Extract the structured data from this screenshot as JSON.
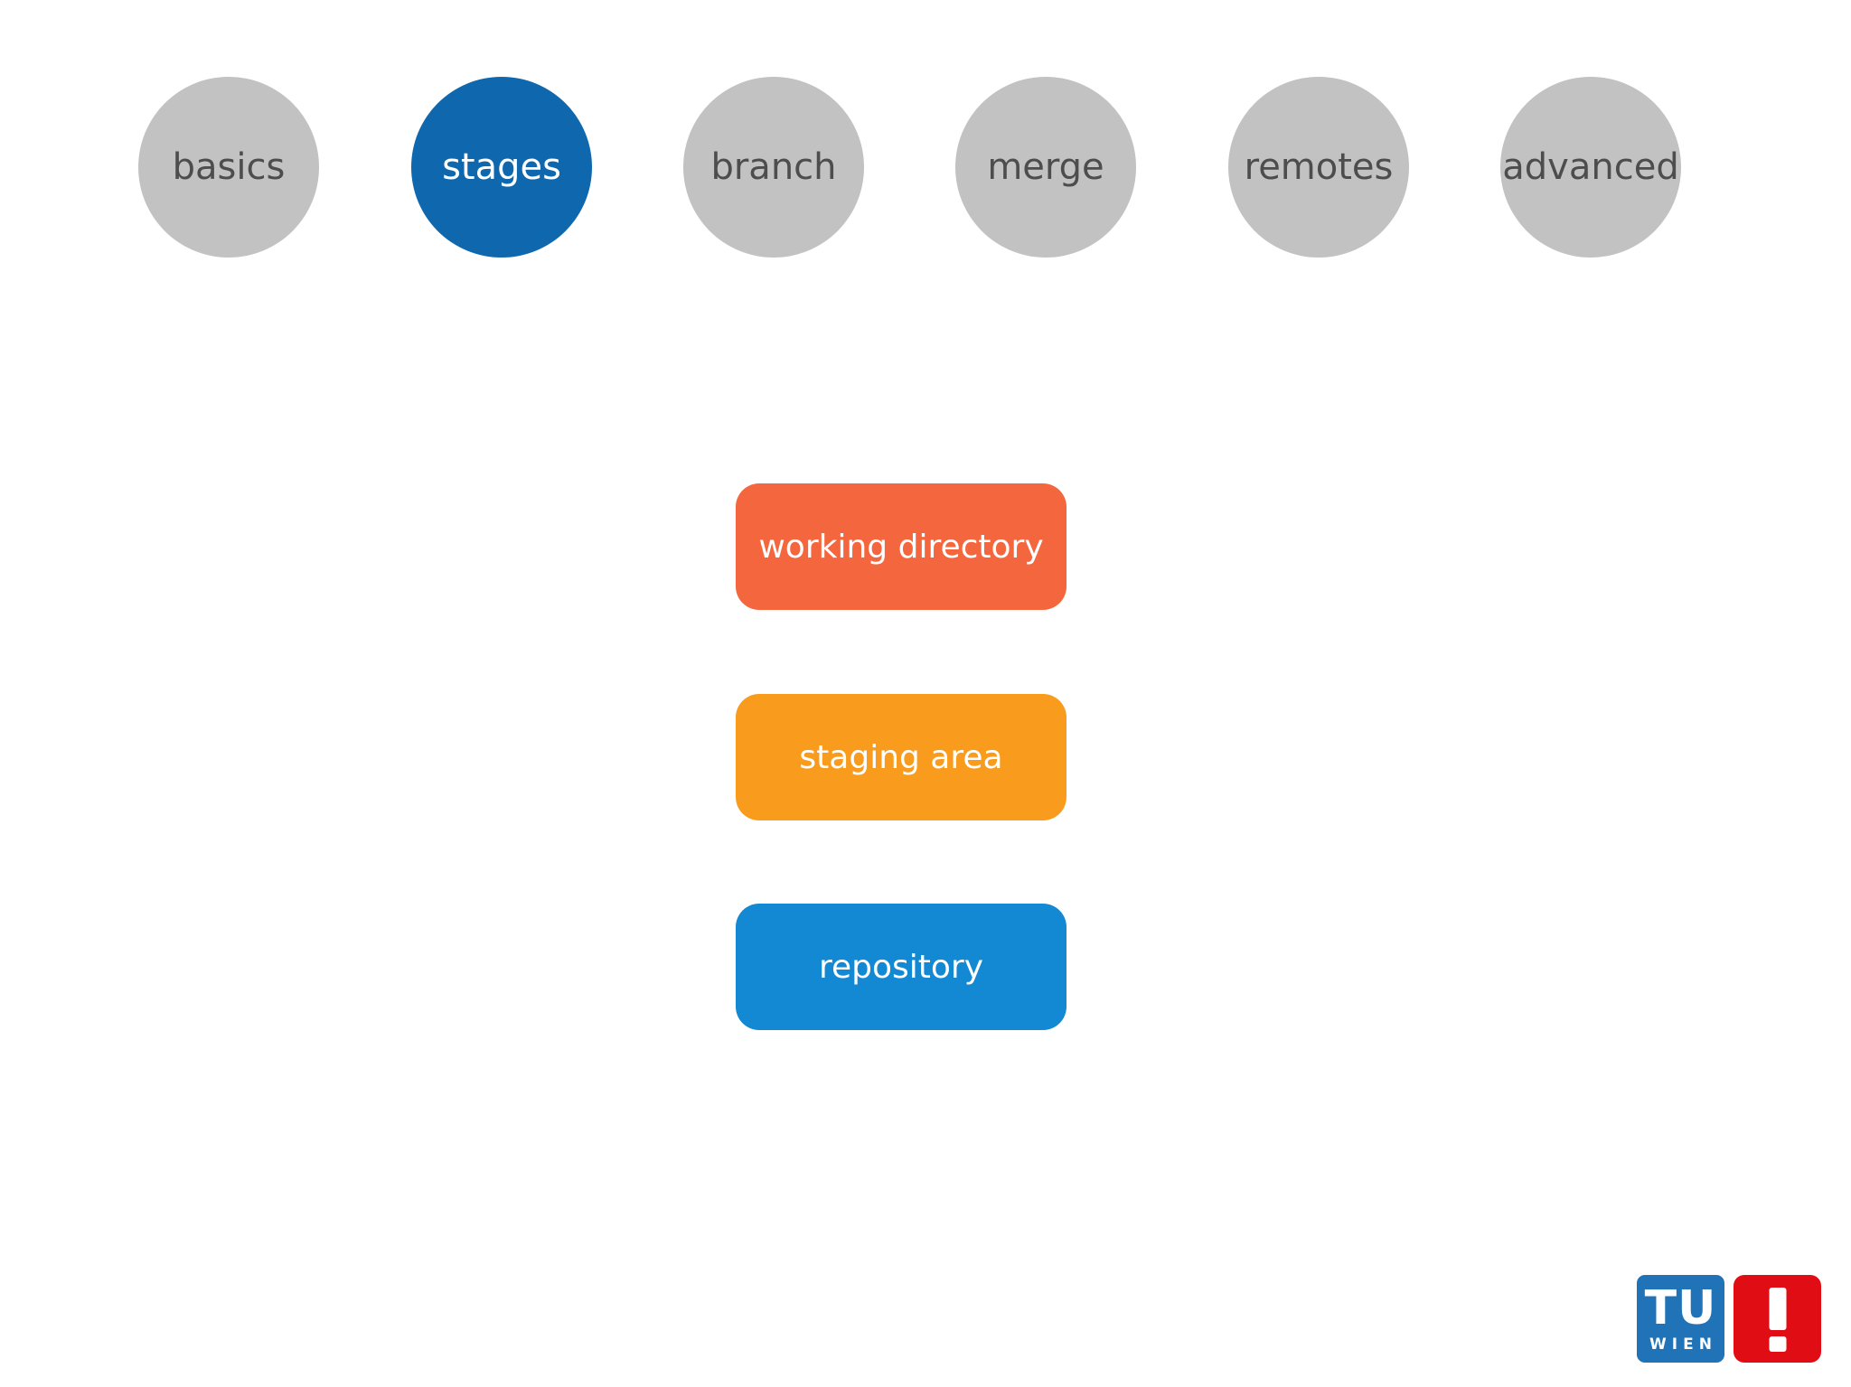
{
  "background": "#ffffff",
  "nav": {
    "items": [
      {
        "label": "basics",
        "active": false
      },
      {
        "label": "stages",
        "active": true
      },
      {
        "label": "branch",
        "active": false
      },
      {
        "label": "merge",
        "active": false
      },
      {
        "label": "remotes",
        "active": false
      },
      {
        "label": "advanced",
        "active": false
      }
    ],
    "inactive_bg": "#c2c2c2",
    "inactive_text": "#4d4d4d",
    "active_bg": "#0f68ad",
    "active_text": "#ffffff"
  },
  "diagram": {
    "boxes": [
      {
        "label": "working directory",
        "color": "#f4673e"
      },
      {
        "label": "staging area",
        "color": "#f99b1c"
      },
      {
        "label": "repository",
        "color": "#1489d3"
      }
    ],
    "label_color": "#ffffff"
  },
  "footer_logos": {
    "tu_wien": {
      "acronym": "TU",
      "city": "WIEN",
      "bg": "#2173b8",
      "fg": "#ffffff"
    },
    "informatics": {
      "symbol": "!",
      "bg": "#e00d15",
      "fg": "#ffffff"
    }
  }
}
